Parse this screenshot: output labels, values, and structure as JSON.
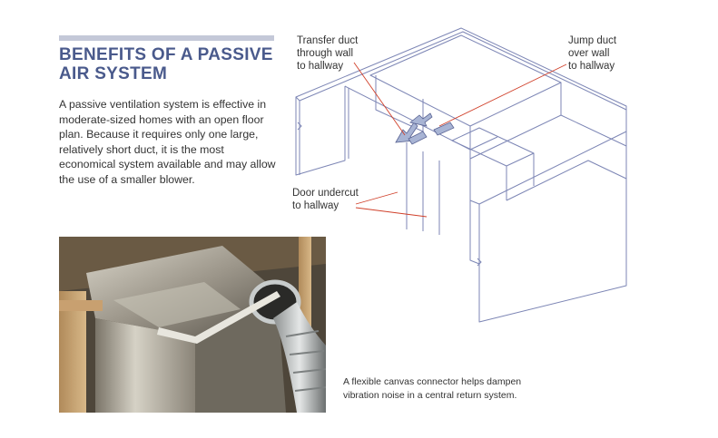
{
  "article": {
    "heading": "BENEFITS OF A PASSIVE AIR SYSTEM",
    "body": "A passive ventilation system is effective in moderate-sized homes with an open floor plan. Because it requires only one large, relatively short duct, it is the most economical system available and may allow the use of a smaller blower."
  },
  "diagram": {
    "callouts": {
      "transfer_duct": "Transfer duct\nthrough wall\nto hallway",
      "jump_duct": "Jump duct\nover wall\nto hallway",
      "door_undercut": "Door undercut\nto hallway"
    },
    "colors": {
      "linework": "#7d86b5",
      "leader": "#d0402a",
      "arrow": "#8fa0c8"
    }
  },
  "photo": {
    "caption": "A flexible canvas connector helps dampen vibration noise in a central return system."
  },
  "colors": {
    "heading": "#4a5a8c",
    "rule": "#c4c8d8"
  }
}
